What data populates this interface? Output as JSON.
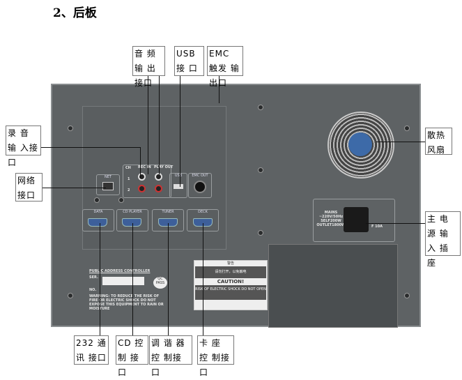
{
  "heading": "2、后板",
  "callouts": {
    "audio_out": "音 频 输 出接口",
    "usb": "USB 接 口",
    "emc": "EMC 触发 输出口",
    "rec_in": "录 音 输 入接口",
    "network": "网络 接口",
    "fan": "散热 风扇",
    "mains": "主 电 源 输 入 插 座",
    "rs232": "232 通讯 接口",
    "cd": "CD 控制 接口",
    "tuner": "调 谐 器 控 制接口",
    "deck": "卡 座 控 制接口"
  },
  "panel": {
    "net": "NET",
    "ch": "CH",
    "ch1": "1",
    "ch2": "2",
    "rec_in": "REC IN",
    "play_out": "PLAY OUT",
    "usb": "USB",
    "emc_out": "EMC OUT",
    "data": "DATA",
    "cd_player": "CD PLAYER",
    "tuner": "TUNER",
    "deck": "DECK",
    "model": "PUBLIC ADDRESS CONTROLLER",
    "ser": "SER.",
    "no": "NO.",
    "warning": "WARNING: TO REDUCE THE RISK OF FIRE OR ELECTRIC SHOCK DO NOT EXPOSE THIS EQUIPMENT TO RAIN OR MOISTURE",
    "qc": "QC PASS",
    "warn_cn": "警告",
    "warn_cn2": "请勿打开，以免触电",
    "caution": "CAUTION!",
    "risk": "RISK OF ELECTRIC SHOCK DO NOT OPEN",
    "mains": "MAINS ~220V/50Hz SELF200W OUTLET1800W",
    "fuse": "F 10A"
  }
}
